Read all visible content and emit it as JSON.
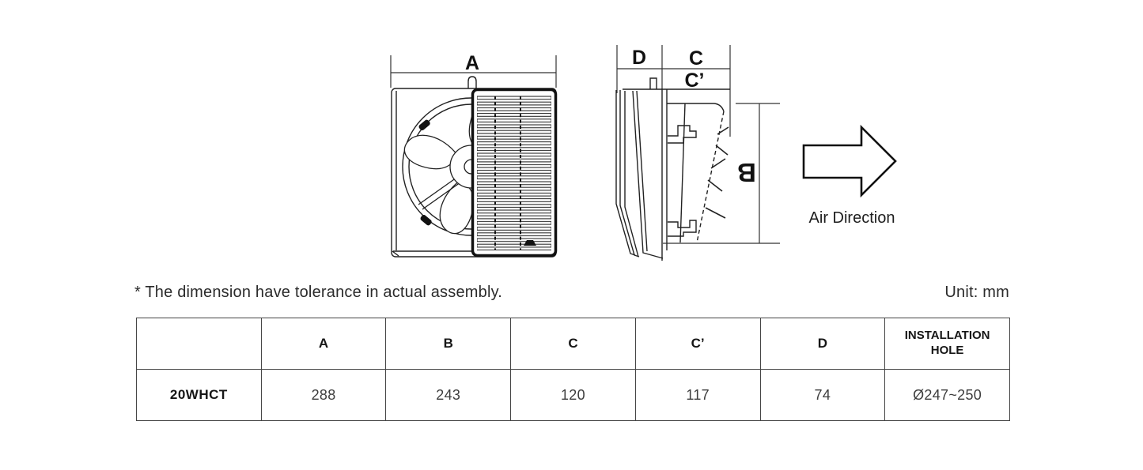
{
  "drawing": {
    "front_view": {
      "label_a": "A"
    },
    "side_view": {
      "label_d": "D",
      "label_c": "C",
      "label_c_prime": "C’",
      "label_b": "B"
    },
    "air_direction_label": "Air Direction"
  },
  "note": "* The dimension have tolerance in actual assembly.",
  "unit_label": "Unit: mm",
  "table": {
    "columns": [
      "",
      "A",
      "B",
      "C",
      "C’",
      "D",
      "INSTALLATION HOLE"
    ],
    "rows": [
      {
        "model": "20WHCT",
        "values": [
          "288",
          "243",
          "120",
          "117",
          "74",
          "Ø247~250"
        ]
      }
    ]
  },
  "colors": {
    "background": "#ffffff",
    "drawing_line": "#222222",
    "grille_border": "#111111",
    "table_border": "#454545",
    "text_primary": "#161616",
    "text_secondary": "#3d3d3d"
  }
}
